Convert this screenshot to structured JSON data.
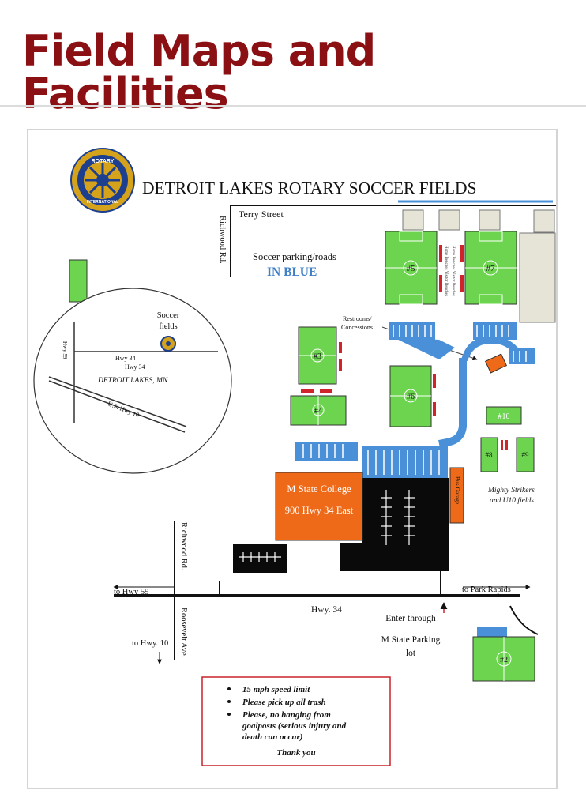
{
  "page": {
    "title": "Field Maps and Facilities"
  },
  "map": {
    "title": "DETROIT LAKES ROTARY SOCCER FIELDS",
    "logo": {
      "icon": "rotary-gear-icon",
      "text_top": "ROTARY",
      "text_bottom": "INTERNATIONAL"
    },
    "colors": {
      "field": "#6cd44f",
      "parking": "#4a90d9",
      "building": "#ef6a18",
      "lot": "#0a0a0a",
      "note_border": "#c8242b"
    },
    "streets": {
      "terry": "Terry Street",
      "richwood_top": "Richwood Rd.",
      "richwood_bottom": "Richwood Rd.",
      "roosevelt": "Roosevelt Ave.",
      "hwy34": "Hwy. 34"
    },
    "directions": {
      "to_hwy59": "to Hwy 59",
      "to_park_rapids": "to Park Rapids",
      "to_hwy10": "to Hwy. 10"
    },
    "parking_note": {
      "line1": "Soccer parking/roads",
      "line2": "IN BLUE"
    },
    "restrooms_label": "Restrooms/\nConcessions",
    "inset": {
      "soccer_label": "Soccer\nfields",
      "hwy59": "Hwy 59",
      "hwy34_a": "Hwy 34",
      "hwy34_b": "Hwy 34",
      "city": "DETROIT LAKES, MN",
      "us10": "U.S. Hwy 10"
    },
    "fields": {
      "f5": "#5",
      "f7": "#7",
      "f3": "#3",
      "f4": "#4",
      "f6": "#6",
      "f10": "#10",
      "f8": "#8",
      "f9": "#9",
      "f2": "#2"
    },
    "bench_labels": {
      "home": "Home\nBenches",
      "visitor": "Visitor\nBenches"
    },
    "college": {
      "name": "M State College",
      "address": "900 Hwy 34 East"
    },
    "bus_garage": "Bus Garage",
    "mighty_strikers": "Mighty Strikers\nand U10 fields",
    "enter": {
      "line1": "Enter through",
      "line2": "M State Parking",
      "line3": "lot"
    },
    "rules": [
      "15 mph speed limit",
      "Please pick up all trash",
      "Please, no hanging from",
      "goalposts (serious injury and",
      "death can occur)"
    ],
    "thanks": "Thank you"
  }
}
